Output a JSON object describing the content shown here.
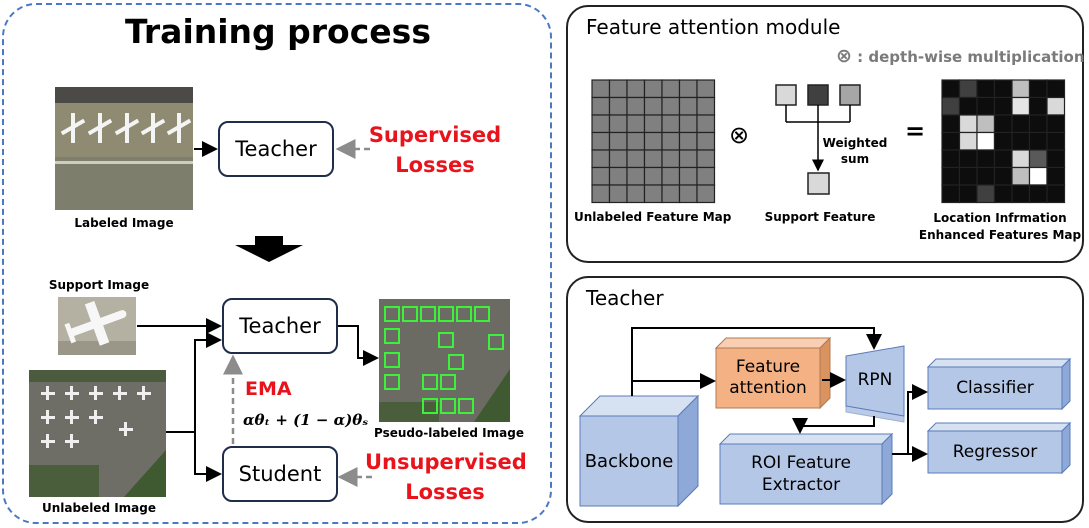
{
  "training": {
    "title": "Training process",
    "labeled_caption": "Labeled Image",
    "support_caption": "Support Image",
    "unlabeled_caption": "Unlabeled Image",
    "pseudo_caption": "Pseudo-labeled Image",
    "teacher_top": "Teacher",
    "teacher_mid": "Teacher",
    "student": "Student",
    "supervised_line1": "Supervised",
    "supervised_line2": "Losses",
    "unsupervised_line1": "Unsupervised",
    "unsupervised_line2": "Losses",
    "ema_label": "EMA",
    "ema_formula": "αθₜ + (1 − α)θₛ"
  },
  "attention": {
    "title": "Feature attention module",
    "legend_symbol": "⊗",
    "legend_text": ": depth-wise multiplication",
    "op_multiply": "⊗",
    "op_equals": "=",
    "unlabeled_map_caption": "Unlabeled Feature Map",
    "support_feature_caption": "Support Feature",
    "weighted_line1": "Weighted",
    "weighted_line2": "sum",
    "enhanced_line1": "Location Infrmation",
    "enhanced_line2": "Enhanced Features Map"
  },
  "teacher_arch": {
    "title": "Teacher",
    "feature_attention_line1": "Feature",
    "feature_attention_line2": "attention",
    "rpn": "RPN",
    "backbone": "Backbone",
    "roi_line1": "ROI Feature",
    "roi_line2": "Extractor",
    "classifier": "Classifier",
    "regressor": "Regressor"
  },
  "colors": {
    "dashed_border": "#4a78c2",
    "loss_text": "#e8131b",
    "block_blue": "#b4c7e7",
    "block_orange": "#f4b183",
    "detection_box": "#3cf03c"
  }
}
